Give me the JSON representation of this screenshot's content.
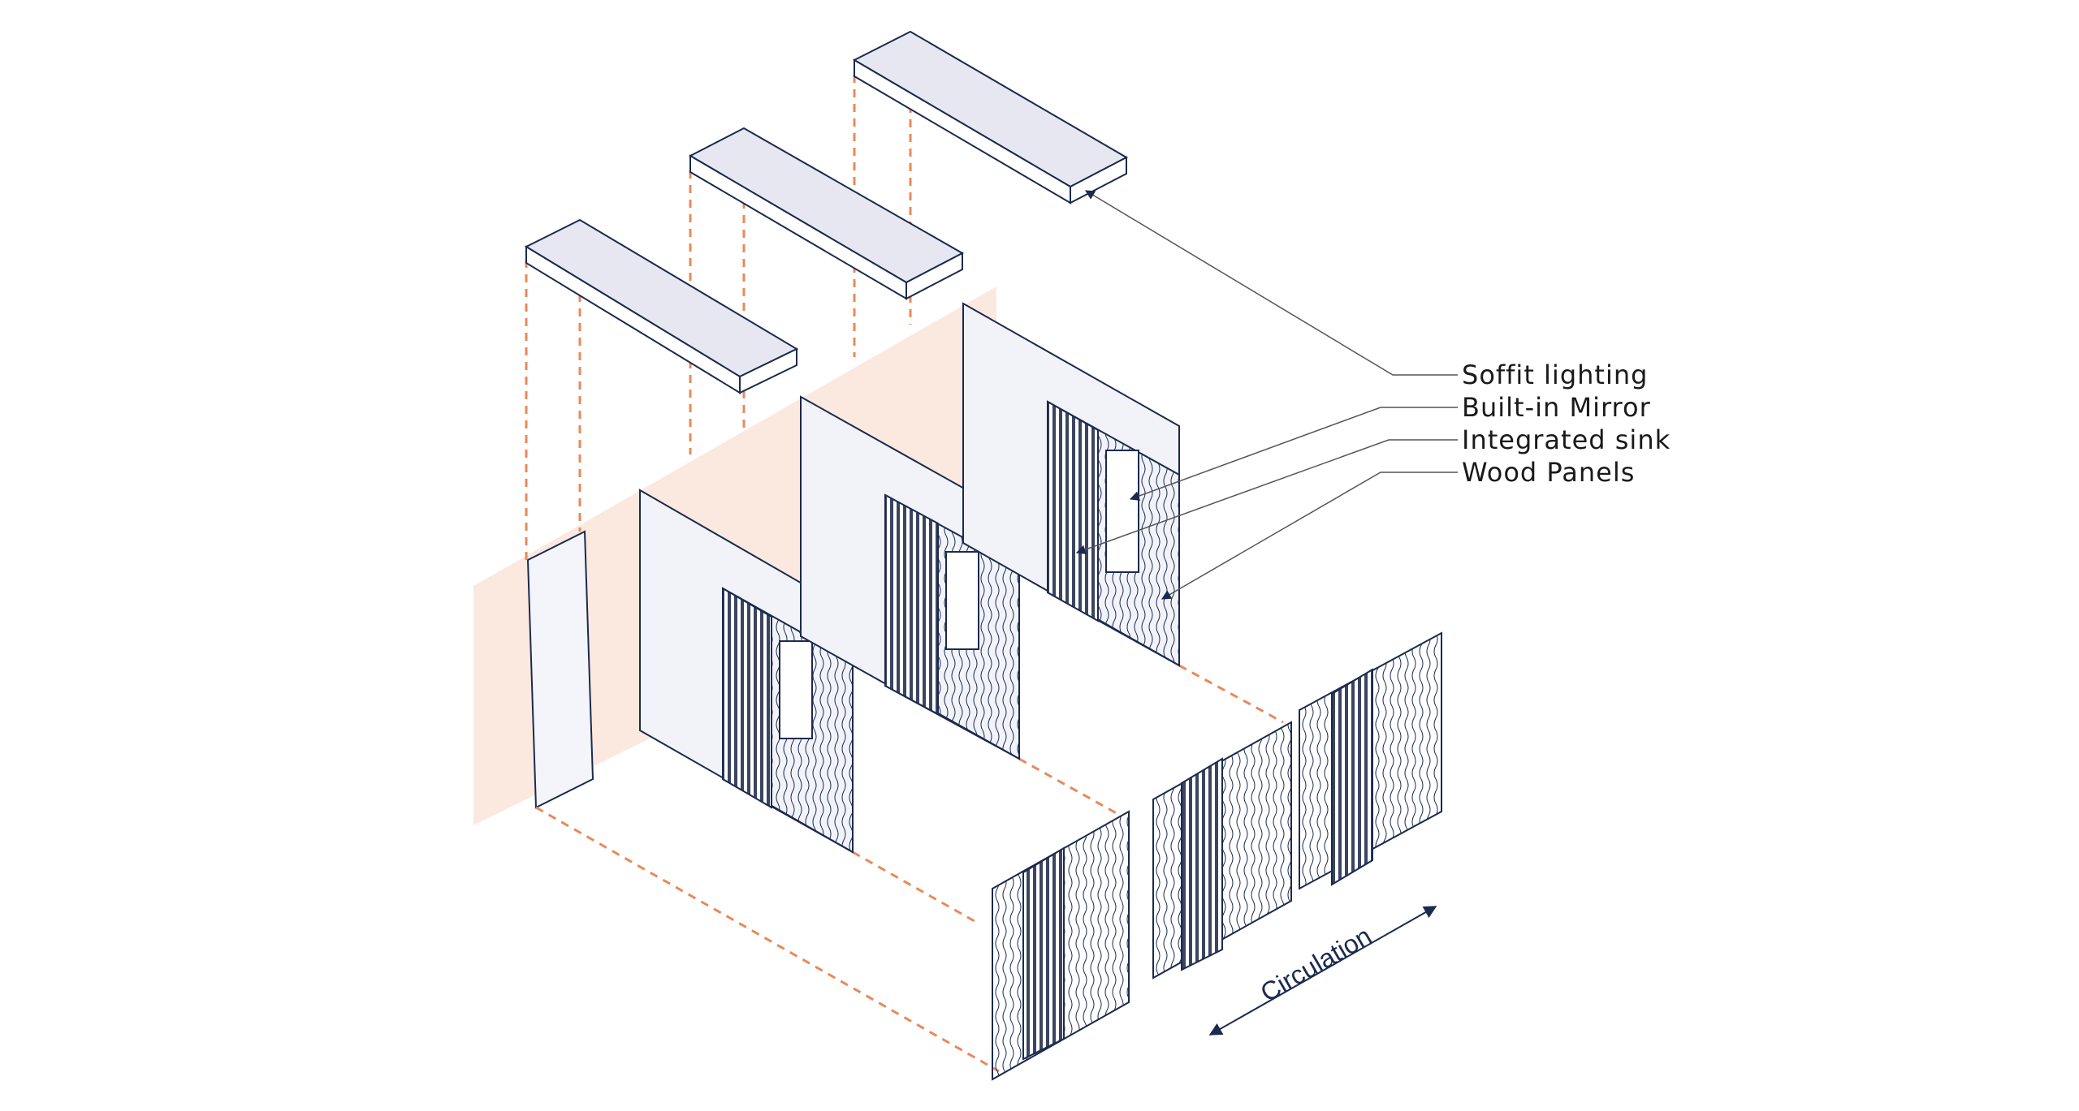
{
  "labels": {
    "soffit": "Soffit lighting",
    "mirror": "Built-in Mirror",
    "sink": "Integrated sink",
    "wood": "Wood Panels"
  },
  "circulation": "Circulation",
  "colors": {
    "line": "#1b2a4e",
    "dashed": "#e8895a",
    "back_wall": "#fbe9e0",
    "soffit_fill": "#e6e7f1"
  }
}
